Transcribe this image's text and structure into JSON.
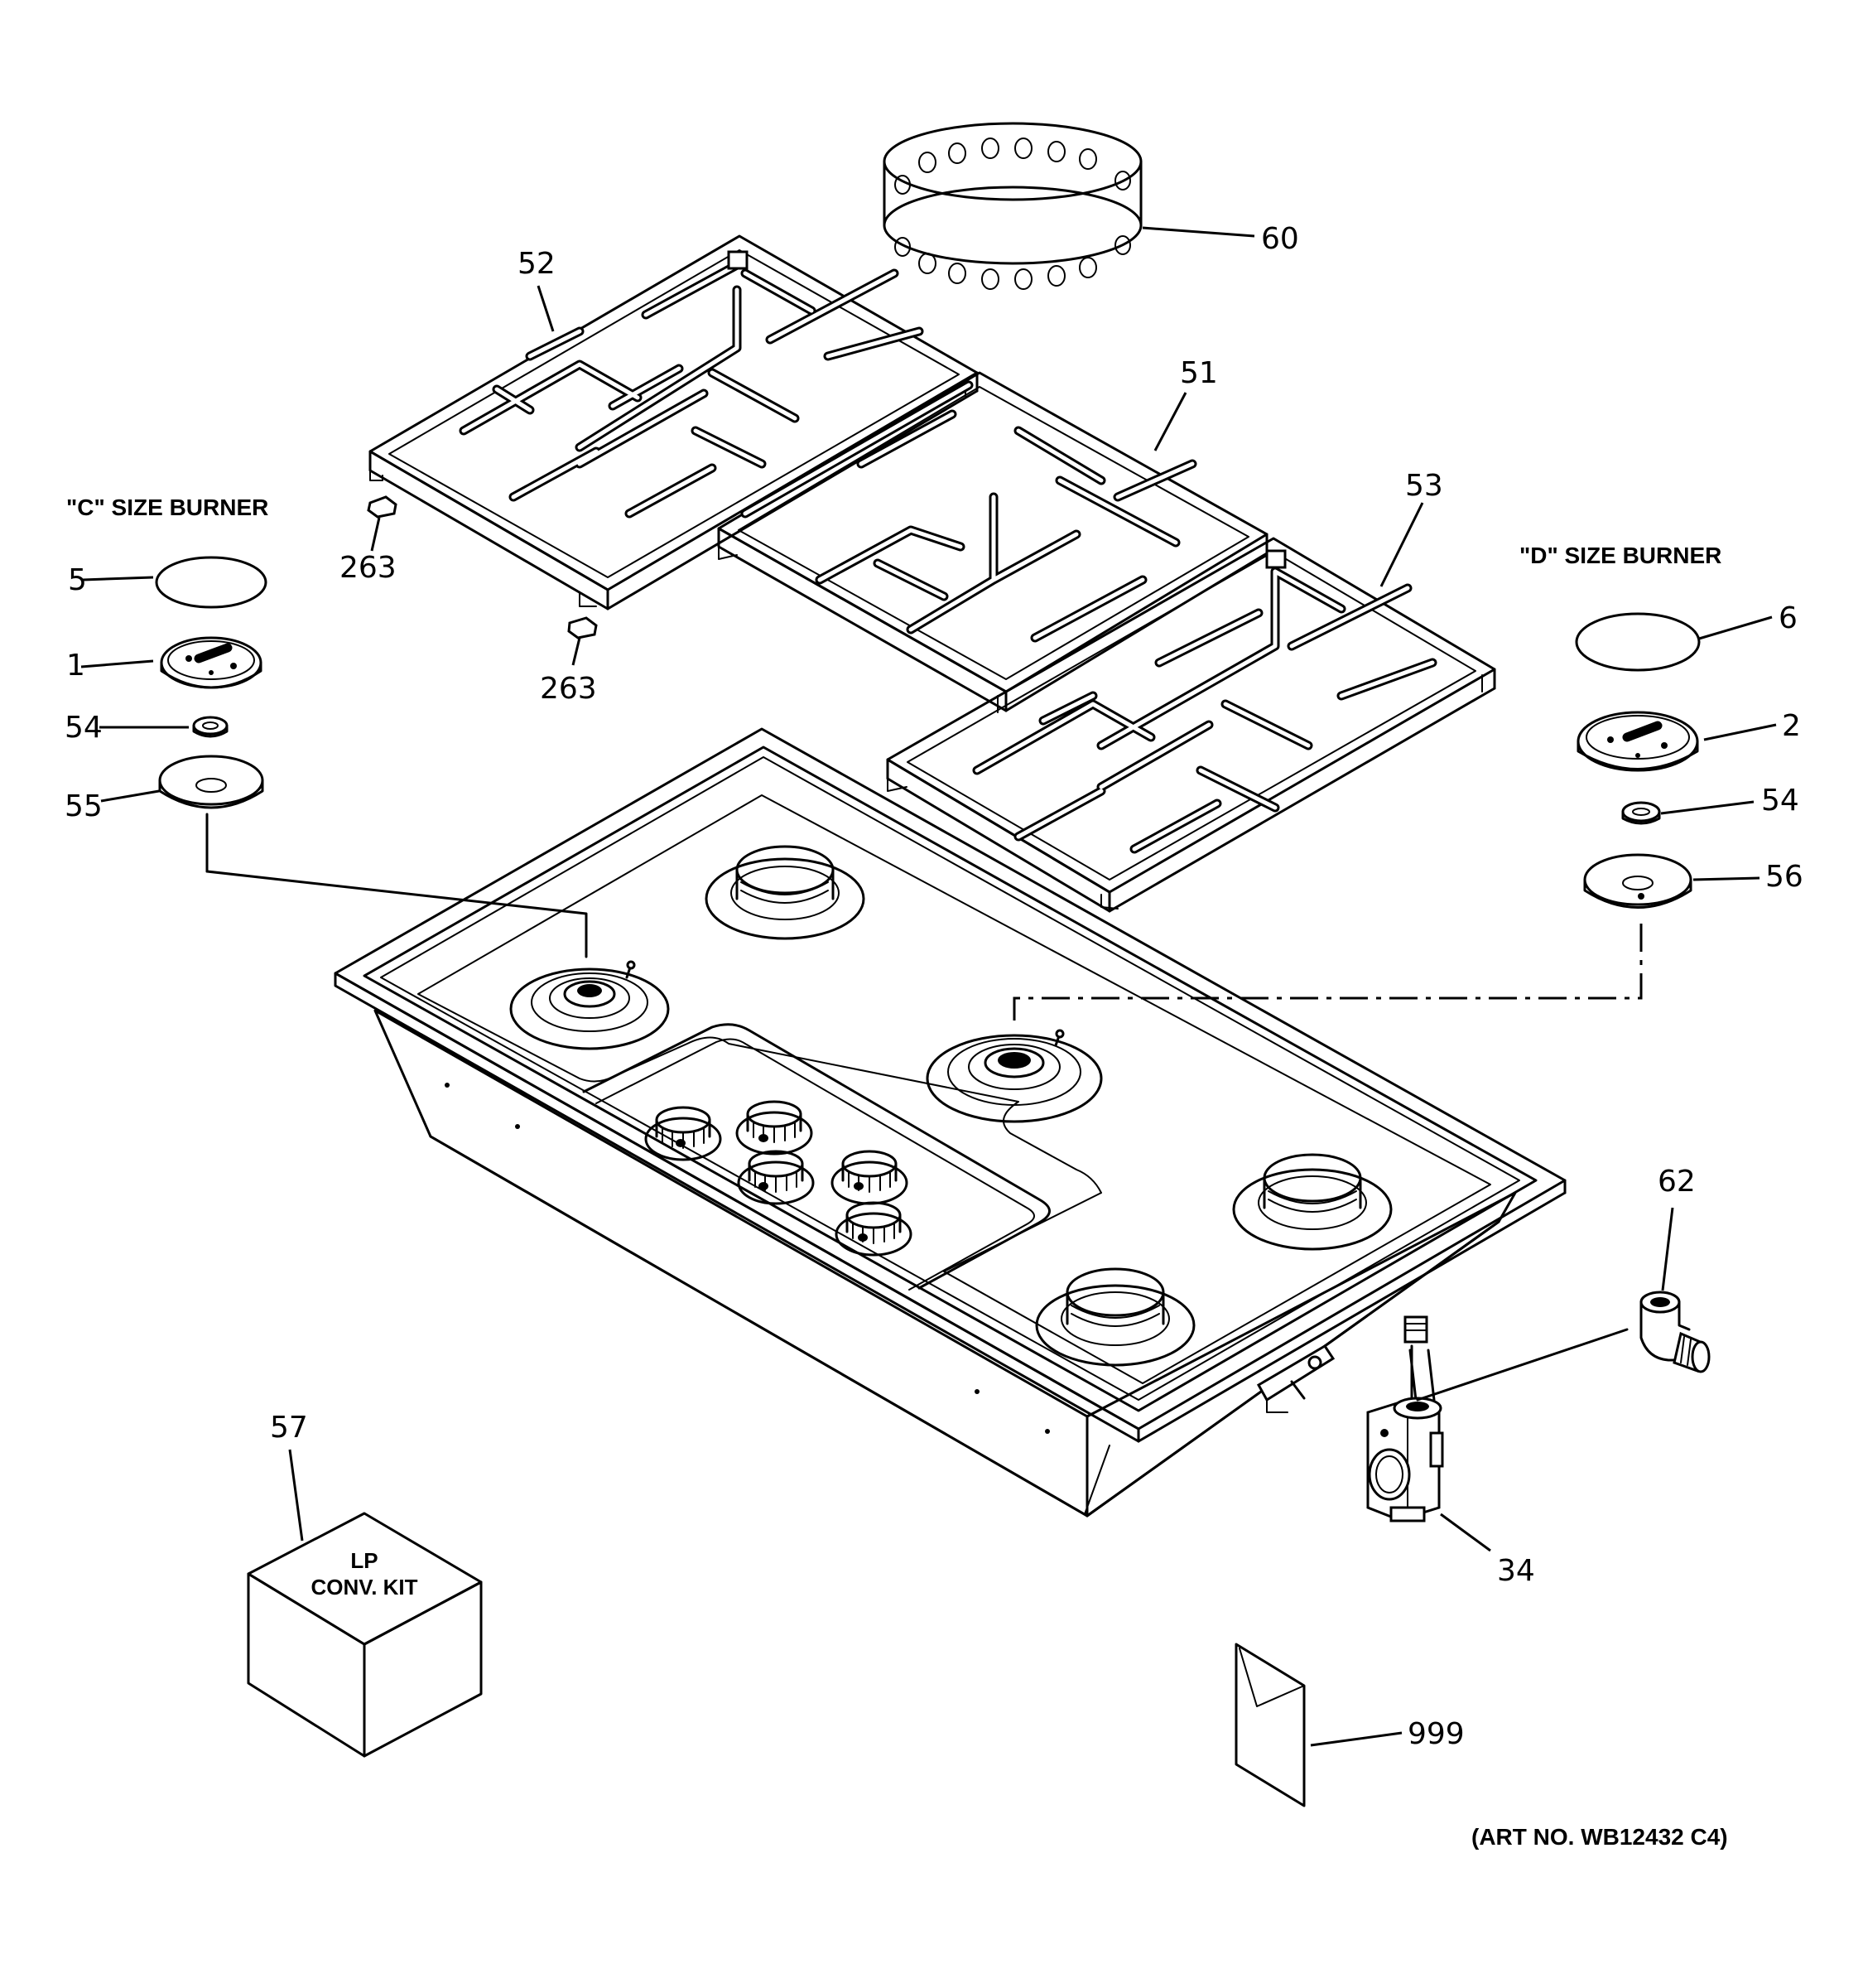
{
  "labels": {
    "c_burner": "\"C\" SIZE BURNER",
    "d_burner": "\"D\" SIZE BURNER",
    "art_no": "(ART NO. WB12432 C4)",
    "kit_line1": "LP",
    "kit_line2": "CONV. KIT"
  },
  "callouts": {
    "c60": "60",
    "c52": "52",
    "c51": "51",
    "c53": "53",
    "c263a": "263",
    "c263b": "263",
    "c5": "5",
    "c1": "1",
    "c54a": "54",
    "c55": "55",
    "c6": "6",
    "c2": "2",
    "c54b": "54",
    "c56": "56",
    "c62": "62",
    "c57": "57",
    "c34": "34",
    "c999": "999"
  }
}
